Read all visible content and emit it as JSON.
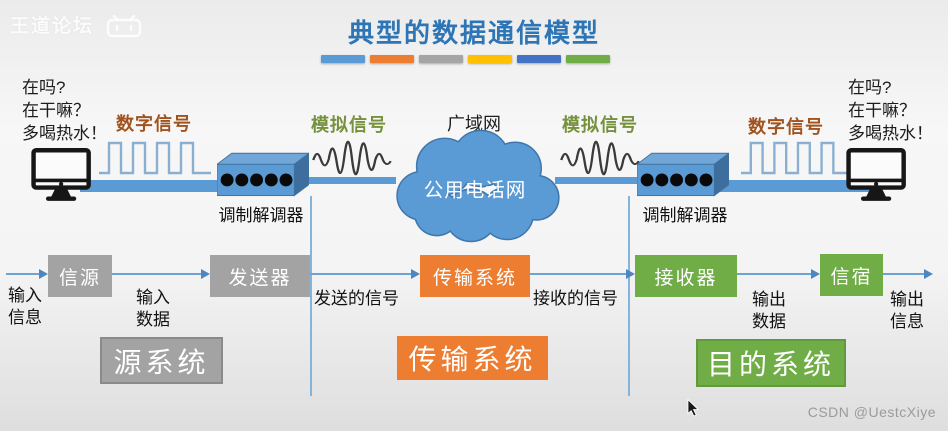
{
  "slide": {
    "title": "典型的数据通信模型"
  },
  "watermarks": {
    "forum": "王道论坛",
    "csdn": "CSDN @UestcXiye"
  },
  "accent_bars": [
    {
      "color": "#5b9bd5",
      "style": "background:#5b9bd5"
    },
    {
      "color": "#ed7d31",
      "style": "background:#ed7d31"
    },
    {
      "color": "#a5a5a5",
      "style": "background:#a5a5a5"
    },
    {
      "color": "#ffc000",
      "style": "background:#ffc000"
    },
    {
      "color": "#4472c4",
      "style": "background:#4472c4"
    },
    {
      "color": "#70ad47",
      "style": "background:#70ad47"
    }
  ],
  "chat": {
    "left": [
      "在吗?",
      "在干嘛？",
      "多喝热水！"
    ],
    "right": [
      "在吗?",
      "在干嘛？",
      "多喝热水！"
    ]
  },
  "signals": {
    "digital": "数字信号",
    "analog": "模拟信号"
  },
  "network": {
    "wan": "广域网",
    "cloud": "公用电话网",
    "modem": "调制解调器"
  },
  "flow": {
    "input_info": [
      "输入",
      "信息"
    ],
    "source": "信源",
    "input_data": [
      "输入",
      "数据"
    ],
    "transmitter": "发送器",
    "sent_signal": "发送的信号",
    "transmission": "传输系统",
    "received_signal": "接收的信号",
    "receiver": "接收器",
    "output_data": [
      "输出",
      "数据"
    ],
    "destination": "信宿",
    "output_info": [
      "输出",
      "信息"
    ]
  },
  "systems": {
    "source": "源系统",
    "transmission": "传输系统",
    "destination": "目的系统"
  },
  "colors": {
    "title": "#2e75b6",
    "digital_label": "#a0531f",
    "analog_label": "#76923c",
    "line_blue": "#5b9bd5",
    "box_gray": "#a3a3a3",
    "box_orange": "#ed7d31",
    "box_green": "#70ad47"
  }
}
